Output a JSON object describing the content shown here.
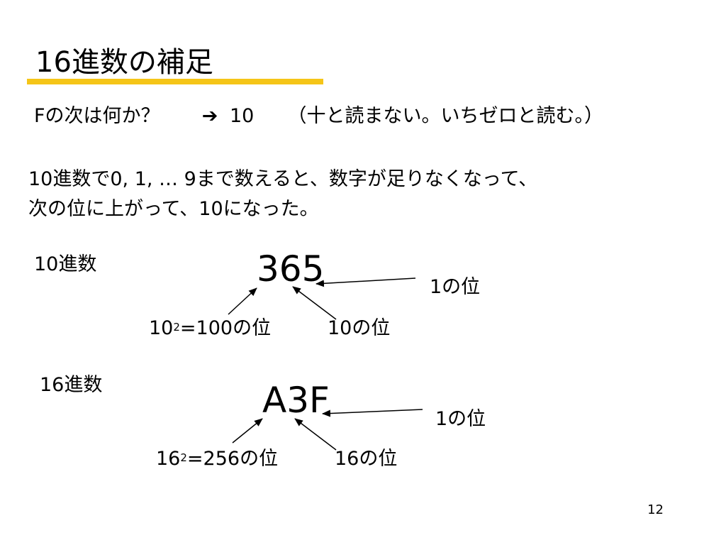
{
  "slide": {
    "title": "16進数の補足",
    "accent_color": "#F5C518",
    "line1": {
      "lead": "Fの次は何か？",
      "arrow": "➔",
      "answer": "10",
      "note": "（十と読まない。いちゼロと読む。）"
    },
    "paragraph": {
      "line1": "10進数で0, 1, … 9まで数えると、数字が足りなくなって、",
      "line2": "次の位に上がって、10になった。"
    },
    "decimal": {
      "label": "10進数",
      "number": "365",
      "ones": "1の位",
      "tens": "10の位",
      "hundreds_base": "10",
      "hundreds_exp": "2",
      "hundreds_rest": "=100の位"
    },
    "hex": {
      "label": "16進数",
      "number": "A3F",
      "ones": "1の位",
      "sixteens": "16の位",
      "top_base": "16",
      "top_exp": "2",
      "top_rest": "=256の位"
    },
    "page_number": "12"
  }
}
